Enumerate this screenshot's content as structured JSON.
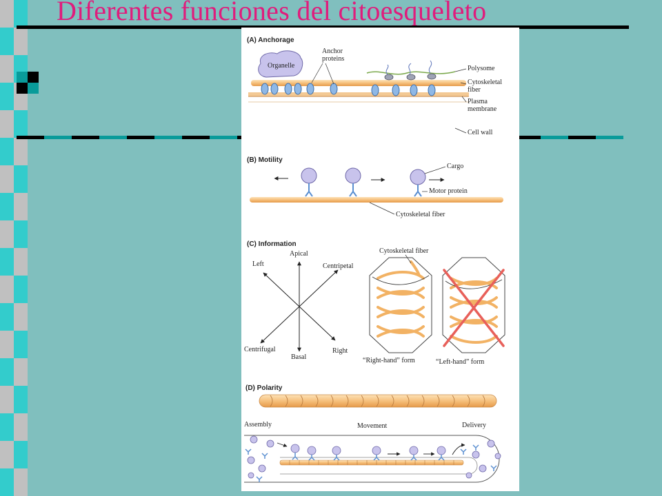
{
  "slide": {
    "title": "Diferentes funciones del citoesqueleto",
    "colors": {
      "background": "#80bfbe",
      "title": "#e01c7c",
      "teal": "#099b9a",
      "checker_light": "#c0c0c0",
      "checker_teal": "#33cccc"
    }
  },
  "figure": {
    "panels": {
      "a": {
        "heading": "(A) Anchorage",
        "labels": {
          "organelle": "Organelle",
          "anchor1": "Anchor",
          "anchor2": "proteins",
          "polysome": "Polysome",
          "cyto1": "Cytoskeletal",
          "cyto2": "fiber",
          "plasma1": "Plasma",
          "plasma2": "membrane",
          "cellwall": "Cell wall"
        }
      },
      "b": {
        "heading": "(B) Motility",
        "labels": {
          "cargo": "Cargo",
          "motor": "Motor protein",
          "fiber": "Cytoskeletal fiber"
        }
      },
      "c": {
        "heading": "(C) Information",
        "labels": {
          "apical": "Apical",
          "left": "Left",
          "centripetal": "Centripetal",
          "centrifugal": "Centrifugal",
          "basal": "Basal",
          "right": "Right",
          "fiber": "Cytoskeletal fiber",
          "right_form": "“Right-hand” form",
          "left_form": "“Left-hand” form"
        }
      },
      "d": {
        "heading": "(D) Polarity",
        "labels": {
          "assembly": "Assembly",
          "movement": "Movement",
          "delivery": "Delivery"
        }
      }
    }
  }
}
